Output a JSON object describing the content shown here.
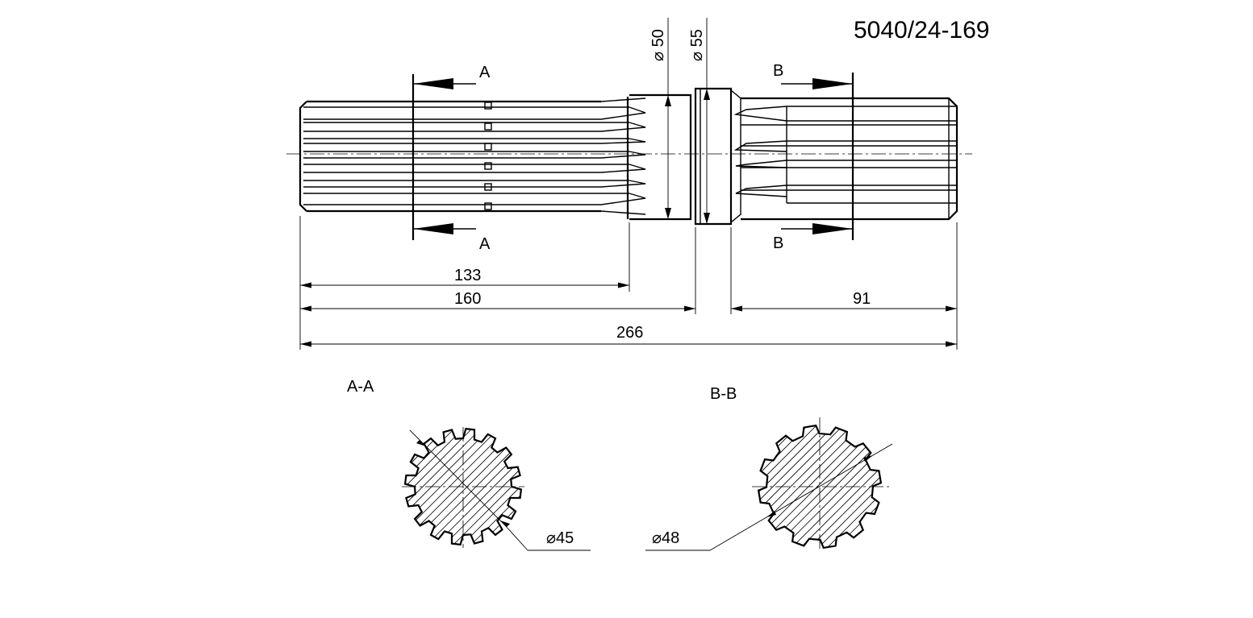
{
  "part_number": "5040/24-169",
  "diameters": {
    "d50": "50",
    "d55": "55",
    "d45": "45",
    "d48": "48"
  },
  "section_marks": {
    "left_top": "A",
    "left_bottom": "A",
    "right_top": "B",
    "right_bottom": "B"
  },
  "dimensions": {
    "d133": "133",
    "d160": "160",
    "d91": "91",
    "d266": "266"
  },
  "sections": {
    "a": "A-A",
    "b": "B-B"
  }
}
